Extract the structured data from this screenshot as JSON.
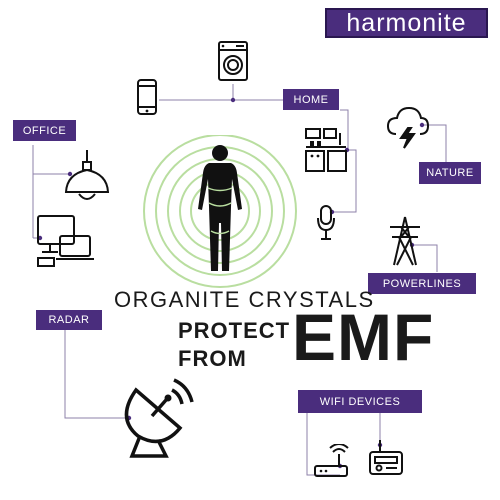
{
  "brand": {
    "logo_text": "harmonite"
  },
  "headline": {
    "line1": "ORGANITE CRYSTALS",
    "line2": "PROTECT",
    "line3": "FROM",
    "emphasis": "EMF"
  },
  "labels": {
    "home": "HOME",
    "office": "OFFICE",
    "nature": "NATURE",
    "powerlines": "POWERLINES",
    "radar": "RADAR",
    "wifi_devices": "WIFI DEVICES"
  },
  "icons": [
    "washing-machine-icon",
    "smartphone-icon",
    "kitchen-icon",
    "microphone-icon",
    "ceiling-lamp-icon",
    "computer-icon",
    "storm-cloud-icon",
    "power-tower-icon",
    "satellite-dish-icon",
    "wifi-router-icon",
    "radio-icon",
    "human-figure-icon"
  ],
  "colors": {
    "label_bg": "#4a2d7d",
    "ring": "#b9dea0",
    "figure": "#111111",
    "line": "#8e80aa"
  }
}
